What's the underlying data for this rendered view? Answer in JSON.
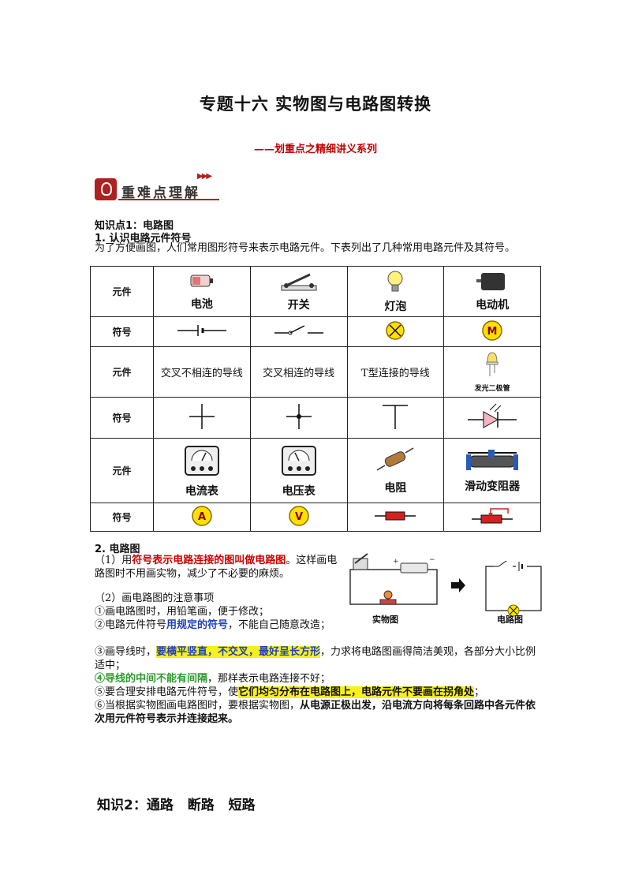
{
  "title": "专题十六  实物图与电路图转换",
  "subtitle": "——划重点之精细讲义系列",
  "banner": {
    "label": "重难点理解"
  },
  "section1": {
    "heading": "知识点1：电路图",
    "sub": "1.  认识电路元件符号",
    "intro": "为了方便画图，人们常用图形符号来表示电路元件。下表列出了几种常用电路元件及其符号。"
  },
  "table": {
    "row_labels": {
      "component": "元件",
      "symbol": "符号"
    },
    "row1": [
      "电池",
      "开关",
      "灯泡",
      "电动机"
    ],
    "row3": [
      "交叉不相连的导线",
      "交叉相连的导线",
      "T型连接的导线",
      "发光二极管"
    ],
    "row5": [
      "电流表",
      "电压表",
      "电阻",
      "滑动变阻器"
    ],
    "symbol_letters": {
      "motor": "M",
      "ammeter": "A",
      "voltmeter": "V"
    }
  },
  "section2": {
    "heading": "2.  电路图",
    "p1_a": "（1）用",
    "p1_red": "符号表示电路连接的图叫做电路图",
    "p1_b": "。这样画电路图时不用画实物，减少了不必要的麻烦。",
    "p2_title": "（2）画电路图的注意事项",
    "item1": "①画电路图时，用铅笔画，便于修改；",
    "item2_a": "②电路元件符号",
    "item2_blue": "用规定的符号",
    "item2_b": "，不能自己随意改造；",
    "item3_a": "③画导线时，",
    "item3_hl": "要横平竖直，不交叉，最好呈长方形",
    "item3_b": "，力求将电路图画得简洁美观，各部分大小比例适中；",
    "item4_green": "④导线的中间不能有间隔",
    "item4_b": "，那样表示电路连接不好；",
    "item5_a": "⑤要合理安排电路元件符号，使",
    "item5_hl": "它们均匀分布在电路图上，电路元件不要画在拐角处",
    "item5_b": "；",
    "item6_a": "⑥当根据实物图画电路图时，要根据实物图，",
    "item6_bold": "从电源正极出发，沿电流方向将每条回路中各元件依次用元件符号表示并连接起来。",
    "fig_physical": "实物图",
    "fig_circuit": "电路图"
  },
  "section3": {
    "heading": "知识2：通路  断路  短路"
  }
}
